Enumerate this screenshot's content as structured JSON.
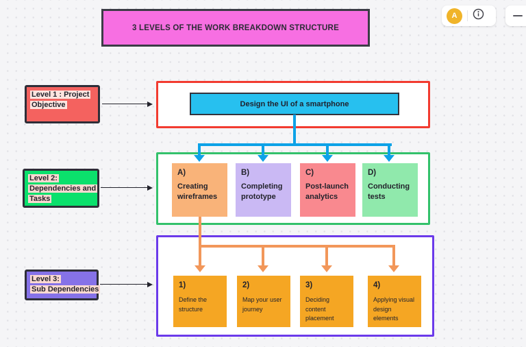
{
  "title": {
    "text": "3 LEVELS OF THE WORK BREAKDOWN STRUCTURE",
    "bg": "#F76FE2"
  },
  "toolbar": {
    "avatar_initial": "A",
    "avatar_color": "#F0B429"
  },
  "legend": {
    "items": [
      {
        "lines": [
          "Level 1 : Project",
          "Objective"
        ],
        "bg": "#F4625F",
        "highlight": "#FCE4DF"
      },
      {
        "lines": [
          "Level 2:",
          "Dependencies and",
          "Tasks"
        ],
        "bg": "#0BE06C",
        "highlight": "#FBD9D1"
      },
      {
        "lines": [
          "Level 3:",
          "Sub Dependencies"
        ],
        "bg": "#8672E8",
        "highlight": "#FBD9D1"
      }
    ]
  },
  "wbs": {
    "level1": {
      "objective": "Design the UI of a smartphone",
      "card_bg": "#27C0EF",
      "frame_color": "#F23B30"
    },
    "level2": {
      "frame_color": "#33C16B",
      "connector_color": "#0DA2E7",
      "items": [
        {
          "prefix": "A)",
          "lines": [
            "Creating",
            "wireframes"
          ],
          "bg": "#F9B379"
        },
        {
          "prefix": "B)",
          "lines": [
            "Completing",
            "prototype"
          ],
          "bg": "#CAB9F4"
        },
        {
          "prefix": "C)",
          "lines": [
            "Post-launch",
            "analytics"
          ],
          "bg": "#F9898F"
        },
        {
          "prefix": "D)",
          "lines": [
            "Conducting",
            "tests"
          ],
          "bg": "#90E9AC"
        }
      ]
    },
    "level3": {
      "frame_color": "#6B3AEA",
      "connector_color": "#F2975A",
      "items": [
        {
          "prefix": "1)",
          "lines": [
            "Define the",
            "structure"
          ],
          "bg": "#F5A623"
        },
        {
          "prefix": "2)",
          "lines": [
            "Map your user",
            "journey"
          ],
          "bg": "#F5A623"
        },
        {
          "prefix": "3)",
          "lines": [
            "Deciding content",
            "placement"
          ],
          "bg": "#F5A623"
        },
        {
          "prefix": "4)",
          "lines": [
            "Applying visual",
            "design elements"
          ],
          "bg": "#F5A623"
        }
      ]
    }
  }
}
